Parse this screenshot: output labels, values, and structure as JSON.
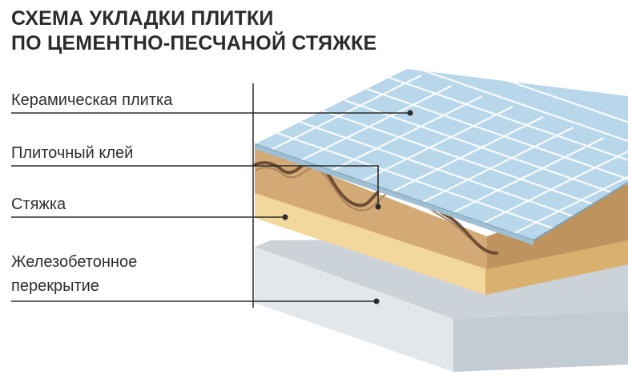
{
  "title": {
    "line1": "СХЕМА УКЛАДКИ ПЛИТКИ",
    "line2": "ПО ЦЕМЕНТНО-ПЕСЧАНОЙ СТЯЖКЕ"
  },
  "layers": [
    {
      "id": "ceramic-tile",
      "label": "Керамическая плитка",
      "color": "#b9d7ea"
    },
    {
      "id": "tile-adhesive",
      "label": "Плиточный клей",
      "color": "#8a6644"
    },
    {
      "id": "screed",
      "label": "Стяжка",
      "color": "#eac98f"
    },
    {
      "id": "concrete-slab",
      "label_line1": "Железобетонное",
      "label_line2": "перекрытие",
      "color": "#d7dde2"
    }
  ],
  "colors": {
    "leader_line": "#2b2b2b",
    "tile_grout": "#ffffff",
    "adhesive_layer": "#d3aa76"
  }
}
